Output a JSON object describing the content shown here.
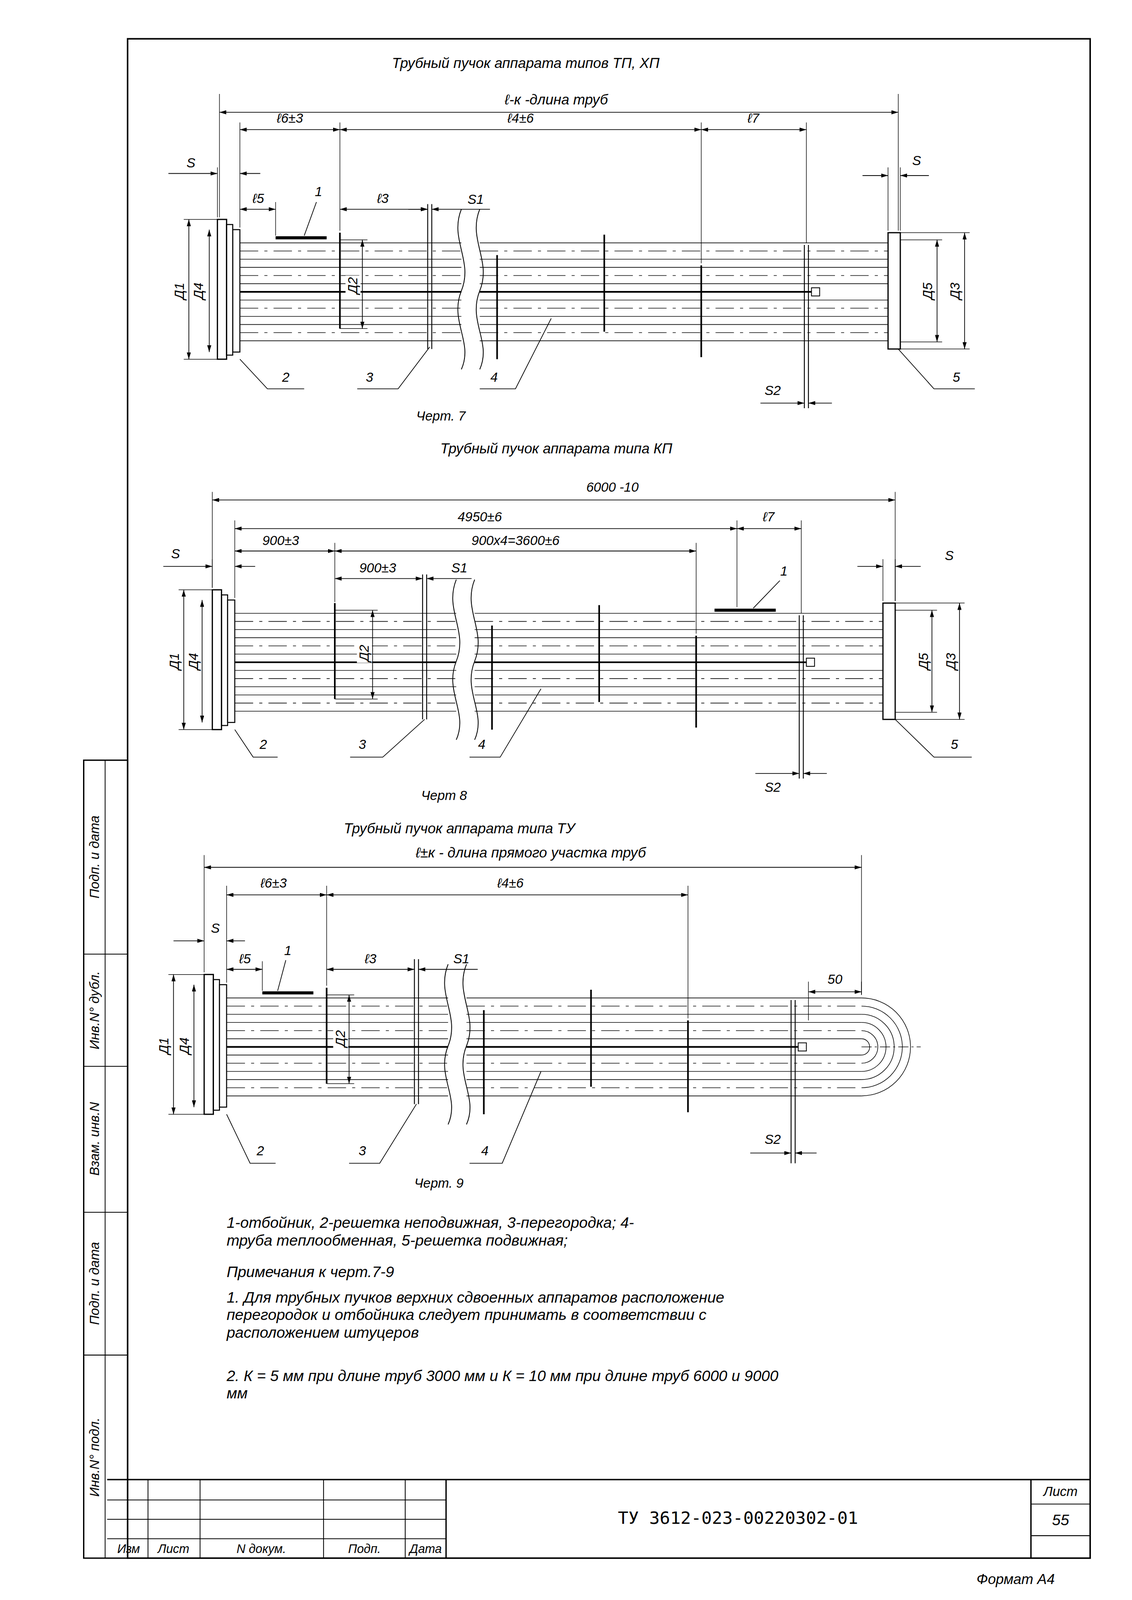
{
  "diagram": {
    "labels": [
      "Трубный пучок аппарата типов ТП, ХП",
      "ℓ-к -длина труб",
      "ℓ6±3",
      "ℓ4±6",
      "ℓ7",
      "S",
      "1",
      "ℓ5",
      "ℓ3",
      "S1",
      "S",
      "Д1",
      "Д4",
      "Д2",
      "Д5",
      "Д3",
      "S2",
      "2",
      "3",
      "4",
      "5",
      "Черт. 7",
      "Трубный пучок аппарата типа КП",
      "6000 -10",
      "4950±6",
      "900±3",
      "900х4=3600±6",
      "ℓ7",
      "S",
      "900±3",
      "S1",
      "1",
      "Д1",
      "Д4",
      "Д2",
      "Д5",
      "Д3",
      "S",
      "S2",
      "2",
      "3",
      "4",
      "5",
      "Черт 8",
      "Трубный пучок аппарата типа ТУ",
      "ℓ±к - длина прямого участка труб",
      "ℓ6±3",
      "ℓ4±6",
      "S",
      "1",
      "ℓ5",
      "ℓ3",
      "S1",
      "Д2",
      "50",
      "Д1",
      "Д4",
      "S2",
      "2",
      "3",
      "4",
      "Черт. 9",
      "1-отбойник, 2-решетка неподвижная, 3-перегородка; 4-труба теплообменная, 5-решетка подвижная;",
      "Примечания к черт.7-9",
      "1. Для трубных пучков верхних сдвоенных аппаратов расположение перегородок и отбойника следует принимать в соответствии с расположением штуцеров",
      "2. К = 5 мм при длине труб 3000 мм и К = 10 мм при длине труб 6000 и 9000 мм",
      "Инв.N° подл.",
      "Подп. и дата",
      "Взам. инв.N",
      "Инв.N° дубл.",
      "Подп. и дата",
      "Изм",
      "Лист",
      "N докум.",
      "Подп.",
      "Дата",
      "ТУ 3612-023-00220302-01",
      "Лист",
      "55",
      "Формат А4"
    ]
  }
}
